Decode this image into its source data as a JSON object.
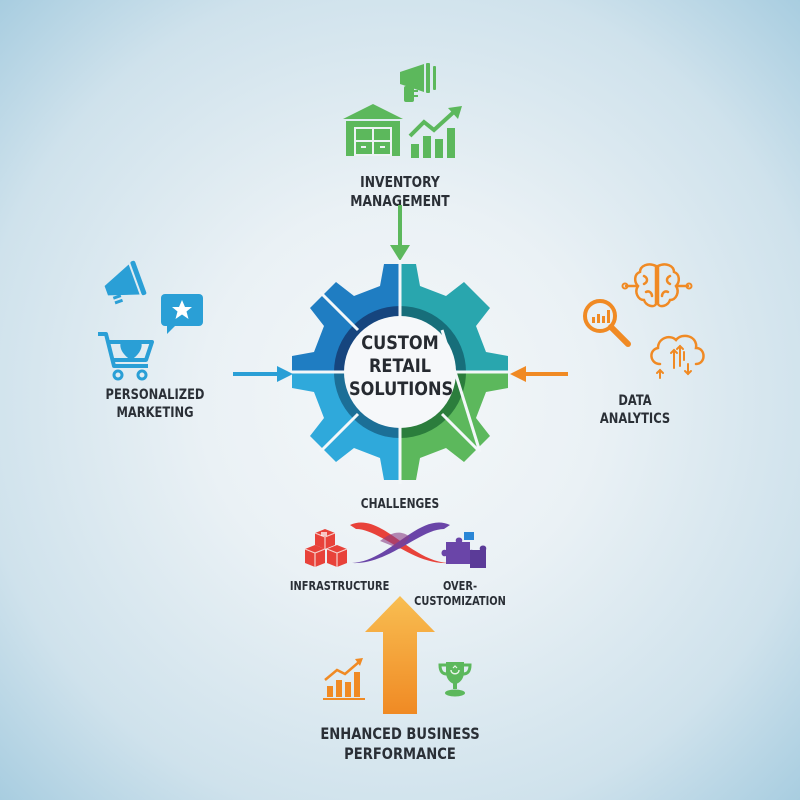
{
  "center": {
    "line1": "CUSTOM",
    "line2": "RETAIL",
    "line3": "SOLUTIONS",
    "colors": {
      "top_left": "#1f7dc2",
      "top_right": "#29a6ae",
      "bottom_left": "#2fa9db",
      "bottom_right": "#5cb85c",
      "inner_top_left": "#16457e",
      "inner_top_right": "#176e7a",
      "inner_bottom_left": "#1c6f97",
      "inner_bottom_right": "#2b7d3c"
    }
  },
  "nodes": {
    "inventory": {
      "label": "INVENTORY MANAGEMENT",
      "color": "#5cb85c",
      "icons": [
        "megaphone-icon",
        "warehouse-icon",
        "growth-chart-icon"
      ]
    },
    "marketing": {
      "label_line1": "PERSONALIZED",
      "label_line2": "MARKETING",
      "color": "#2a9fd6",
      "icons": [
        "megaphone-icon",
        "star-chat-icon",
        "heart-cart-icon"
      ]
    },
    "analytics": {
      "label_line1": "DATA",
      "label_line2": "ANALYTICS",
      "color": "#f08a24",
      "icons": [
        "brain-circuit-icon",
        "magnifier-chart-icon",
        "cloud-sync-icon"
      ]
    },
    "challenges": {
      "title": "CHALLENGES",
      "left_label": "INFRASTRUCTURE",
      "right_label": "OVER-CUSTOMIZATION",
      "left_color": "#e8423a",
      "right_color": "#6a45a8"
    },
    "performance": {
      "label": "ENHANCED BUSINESS PERFORMANCE",
      "arrow_color": "#f5a433",
      "chart_color": "#f08a24",
      "trophy_color": "#5cb85c"
    }
  }
}
